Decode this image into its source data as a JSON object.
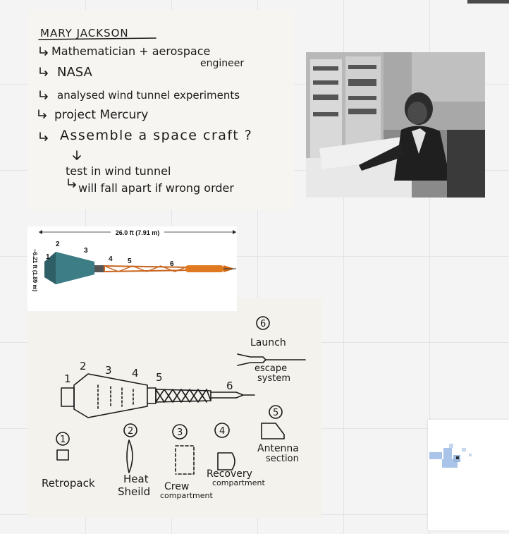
{
  "notes_card": {
    "title": "MARY JACKSON",
    "lines": [
      "Mathematician + aerospace",
      "engineer",
      "NASA",
      "analysed wind tunnel experiments",
      "project Mercury",
      "Assemble a space craft ?",
      "test in wind tunnel",
      "will fall apart if wrong order"
    ]
  },
  "photo_card": {
    "icon": "portrait-photo"
  },
  "diagram_photo": {
    "length": "26.0 ft (7.91 m)",
    "diameter": "~6.21 ft (1.89 m)",
    "parts": [
      "1",
      "2",
      "3",
      "4",
      "5",
      "6"
    ]
  },
  "drawing_card": {
    "numbers": [
      "1",
      "2",
      "3",
      "4",
      "5",
      "6"
    ],
    "circled": [
      "1",
      "2",
      "3",
      "4",
      "5",
      "6"
    ],
    "labels": {
      "launch": "Launch",
      "escape": "escape",
      "system": "system",
      "antenna": "Antenna",
      "section": "section",
      "retro": "Retropack",
      "heat": "Heat",
      "shield": "Sheild",
      "crew": "Crew",
      "crew_comp": "compartment",
      "recovery": "Recovery",
      "recovery_comp": "compartment"
    }
  },
  "minimap": {
    "icon": "minimap-icon"
  }
}
